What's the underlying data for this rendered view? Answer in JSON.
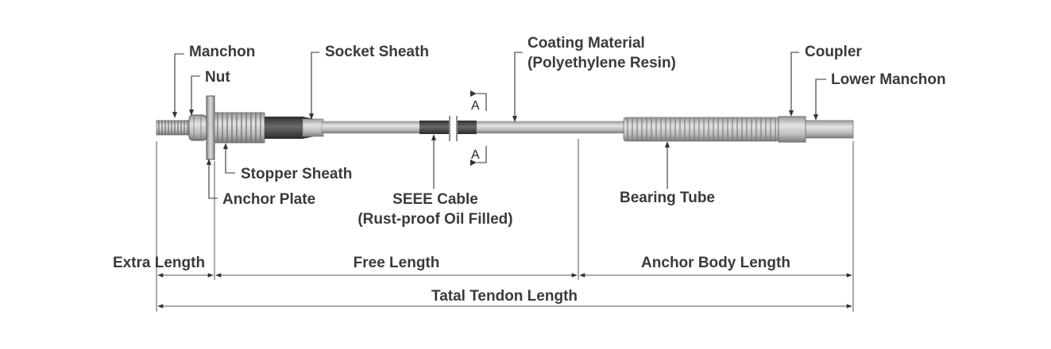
{
  "labels": {
    "manchon": "Manchon",
    "nut": "Nut",
    "socket_sheath": "Socket Sheath",
    "coating_line1": "Coating Material",
    "coating_line2": "(Polyethylene Resin)",
    "coupler": "Coupler",
    "lower_manchon": "Lower Manchon",
    "stopper_sheath": "Stopper Sheath",
    "anchor_plate": "Anchor Plate",
    "cable_line1": "SEEE Cable",
    "cable_line2": "(Rust-proof Oil Filled)",
    "bearing_tube": "Bearing Tube",
    "section_top": "A",
    "section_bottom": "A"
  },
  "dimensions": {
    "extra_length": "Extra Length",
    "free_length": "Free Length",
    "anchor_body_length": "Anchor Body Length",
    "total_length": "Tatal Tendon Length"
  },
  "colors": {
    "rod": "#c8c8c8",
    "rod_dark": "#8a8a8a",
    "cable": "#4a4a4a",
    "text": "#3a3a3a"
  }
}
